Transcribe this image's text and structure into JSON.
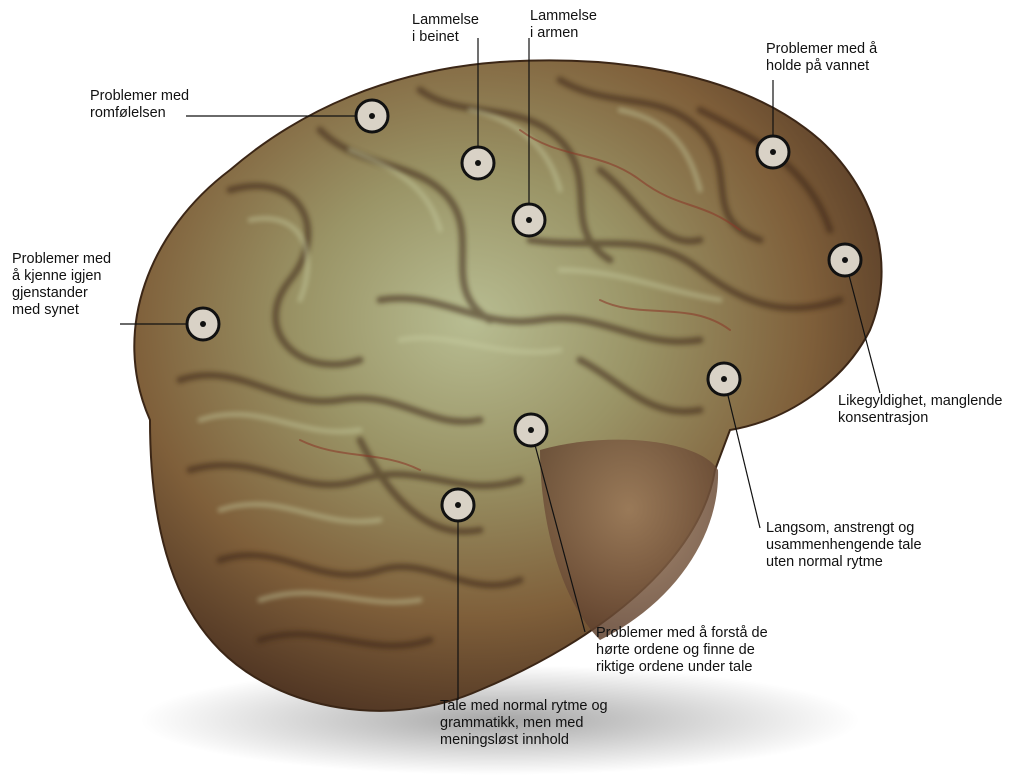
{
  "colors": {
    "brain_base": "#8a6a40",
    "brain_highlight": "#a9b48a",
    "brain_shadow": "#4a3020",
    "vessel": "#8a3a2a",
    "marker_fill": "#d9d2c6",
    "marker_ring": "#111111",
    "leader_line": "#111111"
  },
  "labels": [
    {
      "id": "romfolelsen",
      "lines": [
        "Problemer med",
        "romfølelsen"
      ]
    },
    {
      "id": "lammelse-beinet",
      "lines": [
        "Lammelse",
        "i beinet"
      ]
    },
    {
      "id": "lammelse-armen",
      "lines": [
        "Lammelse",
        "i armen"
      ]
    },
    {
      "id": "holde-vannet",
      "lines": [
        "Problemer med å",
        "holde på vannet"
      ]
    },
    {
      "id": "kjenne-igjen",
      "lines": [
        "Problemer med",
        "å kjenne igjen",
        "gjenstander",
        "med synet"
      ]
    },
    {
      "id": "likegyldighet",
      "lines": [
        "Likegyldighet, manglende",
        "konsentrasjon"
      ]
    },
    {
      "id": "langsom-tale",
      "lines": [
        "Langsom, anstrengt og",
        "usammenhengende tale",
        "uten normal rytme"
      ]
    },
    {
      "id": "forsta-ordene",
      "lines": [
        "Problemer med å forstå de",
        "hørte ordene og finne de",
        "riktige ordene under tale"
      ]
    },
    {
      "id": "tale-normal-rytme",
      "lines": [
        "Tale med normal rytme og",
        "grammatikk, men med",
        "meningsløst innhold"
      ]
    }
  ]
}
